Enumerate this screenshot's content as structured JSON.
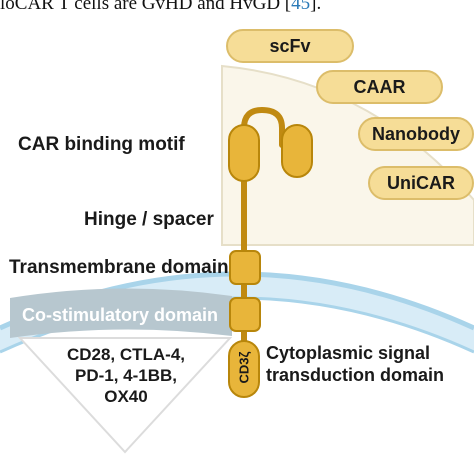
{
  "caption": {
    "prefix": "loCAR T cells are GvHD and HvGD [",
    "ref": "45",
    "suffix": "]."
  },
  "targeting_domains": {
    "scfv": "scFv",
    "caar": "CAAR",
    "nanobody": "Nanobody",
    "unicar": "UniCAR"
  },
  "labels": {
    "binding_motif": "CAR binding motif",
    "hinge": "Hinge / spacer",
    "transmembrane": "Transmembrane domain",
    "costimulatory": "Co-stimulatory domain",
    "cytoplasmic_line1": "Cytoplasmic signal",
    "cytoplasmic_line2": "transduction domain",
    "cd3": "CD3ζ"
  },
  "costim_examples": {
    "line1": "CD28, CTLA-4,",
    "line2": "PD-1, 4-1BB,",
    "line3": "OX40"
  },
  "colors": {
    "domain_fill": "#e8b53a",
    "domain_stroke": "#b8860b",
    "pill_fill": "#f6dd97",
    "membrane": "#a9d4ea"
  }
}
